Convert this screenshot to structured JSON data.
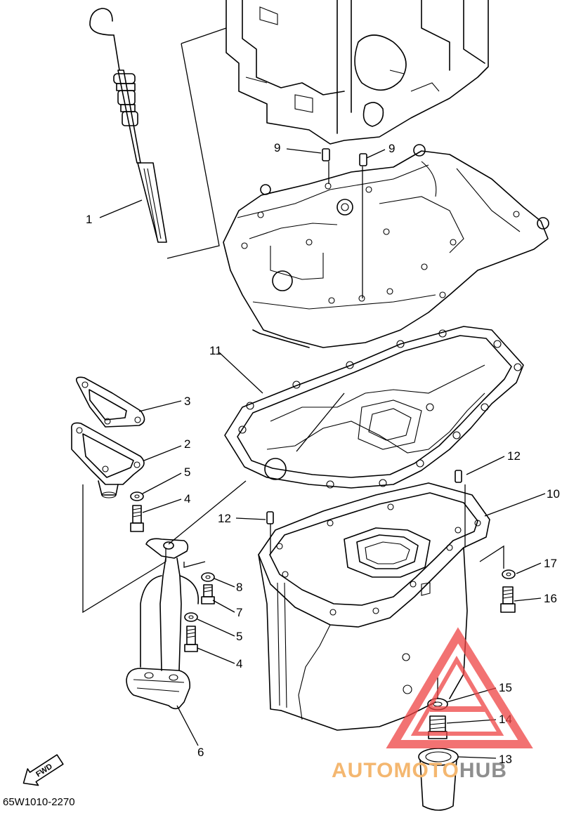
{
  "diagram": {
    "catalog_code": "65W1010-2270",
    "fwd_label": "FWD",
    "callouts": [
      "1",
      "2",
      "3",
      "4",
      "5",
      "6",
      "7",
      "8",
      "9",
      "10",
      "11",
      "12",
      "13",
      "14",
      "15",
      "16",
      "17"
    ],
    "watermark": {
      "part_a": "AUTOMOTO",
      "part_b": "HUB",
      "color_a": "#f4b770",
      "color_b": "#8e8e8e",
      "logo_color": "#ee4444"
    }
  }
}
